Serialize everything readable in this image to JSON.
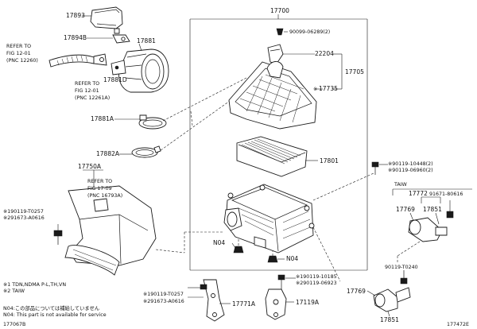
{
  "part_numbers": {
    "p17893": "17893",
    "p17894b": "17894B",
    "p17881": "17881",
    "p17881d": "17881D",
    "p17881a": "17881A",
    "p17882a": "17882A",
    "p17750a": "17750A",
    "p17700": "17700",
    "p90099": "90099-06289(2)",
    "p22204": "22204",
    "p17705": "17705",
    "p17735": "17735",
    "p17801": "17801",
    "p17772": "17772",
    "p17769a": "17769",
    "p17851a": "17851",
    "p91671": "91671-80616",
    "p90119_10448": "90119-10448(2)",
    "p90119_06960": "90119-06960(2)",
    "p90119_t0240": "90119-T0240",
    "p90119_70257_l": "90119-T0257",
    "p91673_l": "91673-A0616",
    "pN04a": "N04",
    "pN04b": "N04",
    "p90119_10185": "90119-10185",
    "p90119_06923": "90119-06923",
    "p90119_70257_b": "90119-T0257",
    "p91673_b": "91673-A0616",
    "p17771a": "17771A",
    "p17119a": "17119A",
    "p17769b": "17769",
    "p17851b": "17851",
    "p_taiw": "TAIW"
  },
  "references": {
    "ref1_line1": "REFER TO",
    "ref1_line2": "FIG 12-01",
    "ref1_line3": "(PNC 12260)",
    "ref2_line1": "REFER TO",
    "ref2_line2": "FIG 12-01",
    "ref2_line3": "(PNC 12261A)",
    "ref3_line1": "REFER TO",
    "ref3_line2": "FIG 17-09",
    "ref3_line3": "(PNC 16793A)"
  },
  "notes": {
    "note1": "※1 TDN,NDMA P-L,TH,VN",
    "note2": "※2 TAIW",
    "note3": "N04:この部品については補給していません",
    "note4": "N04: This part is not available for service"
  },
  "footer": {
    "left_code": "177067B",
    "right_code": "177472E"
  }
}
